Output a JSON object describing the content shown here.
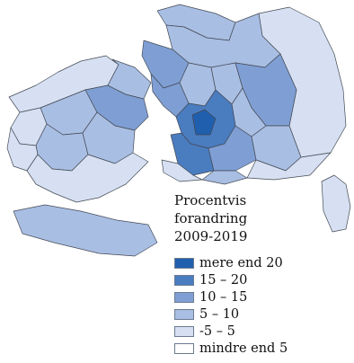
{
  "legend": {
    "title_lines": [
      "Procentvis",
      "forandring",
      "2009-2019"
    ],
    "items": [
      {
        "label": "mere end 20",
        "color": "#1f5fae"
      },
      {
        "label": "15 – 20",
        "color": "#4a7cc0"
      },
      {
        "label": "10 – 15",
        "color": "#7f9fd4"
      },
      {
        "label": "5 – 10",
        "color": "#a9bee3"
      },
      {
        "label": "-5 – 5",
        "color": "#d6e0f2"
      },
      {
        "label": "mindre end 5",
        "color": "#ffffff"
      }
    ]
  },
  "regions": [
    {
      "name": "region-northeast-coast",
      "class": 4
    },
    {
      "name": "region-north-tip",
      "class": 3
    },
    {
      "name": "region-north-central",
      "class": 3
    },
    {
      "name": "region-north-west",
      "class": 2
    },
    {
      "name": "region-west-coast-a",
      "class": 2
    },
    {
      "name": "region-west-coast-b",
      "class": 3
    },
    {
      "name": "region-central-a",
      "class": 3
    },
    {
      "name": "region-central-b",
      "class": 2
    },
    {
      "name": "region-east-a",
      "class": 3
    },
    {
      "name": "region-east-b",
      "class": 4
    },
    {
      "name": "region-center-dark",
      "class": 0
    },
    {
      "name": "region-center-ring",
      "class": 1
    },
    {
      "name": "region-south-a",
      "class": 1
    },
    {
      "name": "region-south-b",
      "class": 2
    },
    {
      "name": "region-south-c",
      "class": 3
    },
    {
      "name": "region-southeast",
      "class": 4
    },
    {
      "name": "region-south-tip",
      "class": 3
    },
    {
      "name": "region-west-island-a",
      "class": 4
    },
    {
      "name": "region-west-island-b",
      "class": 3
    },
    {
      "name": "region-west-island-c",
      "class": 2
    },
    {
      "name": "region-west-island-d",
      "class": 4
    },
    {
      "name": "region-west-island-e",
      "class": 3
    },
    {
      "name": "region-west-island-f",
      "class": 3
    },
    {
      "name": "region-west-island-g",
      "class": 4
    },
    {
      "name": "region-west-island-h",
      "class": 4
    },
    {
      "name": "region-west-island-i",
      "class": 3
    },
    {
      "name": "region-small-island-west",
      "class": 3
    },
    {
      "name": "region-small-island-east",
      "class": 4
    }
  ]
}
